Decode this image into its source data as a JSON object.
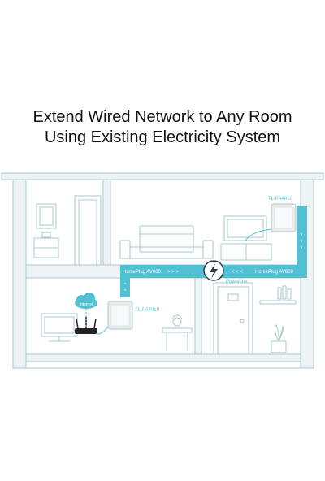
{
  "headline": {
    "line1": "Extend Wired Network to Any Room",
    "line2": "Using Existing Electricity System"
  },
  "adapters": {
    "top": "TL-PA4010",
    "bottom": "TL-PA4010"
  },
  "links": {
    "left_label": "HomePlug AV600",
    "right_label": "HomePlug AV600",
    "powerline_label": "Powerline"
  },
  "internet_label": "Internet",
  "colors": {
    "line": "#a9c9cc",
    "wall": "#eef4f5",
    "band": "#4fc1d2",
    "powerline_icon": "#2c3e50"
  }
}
